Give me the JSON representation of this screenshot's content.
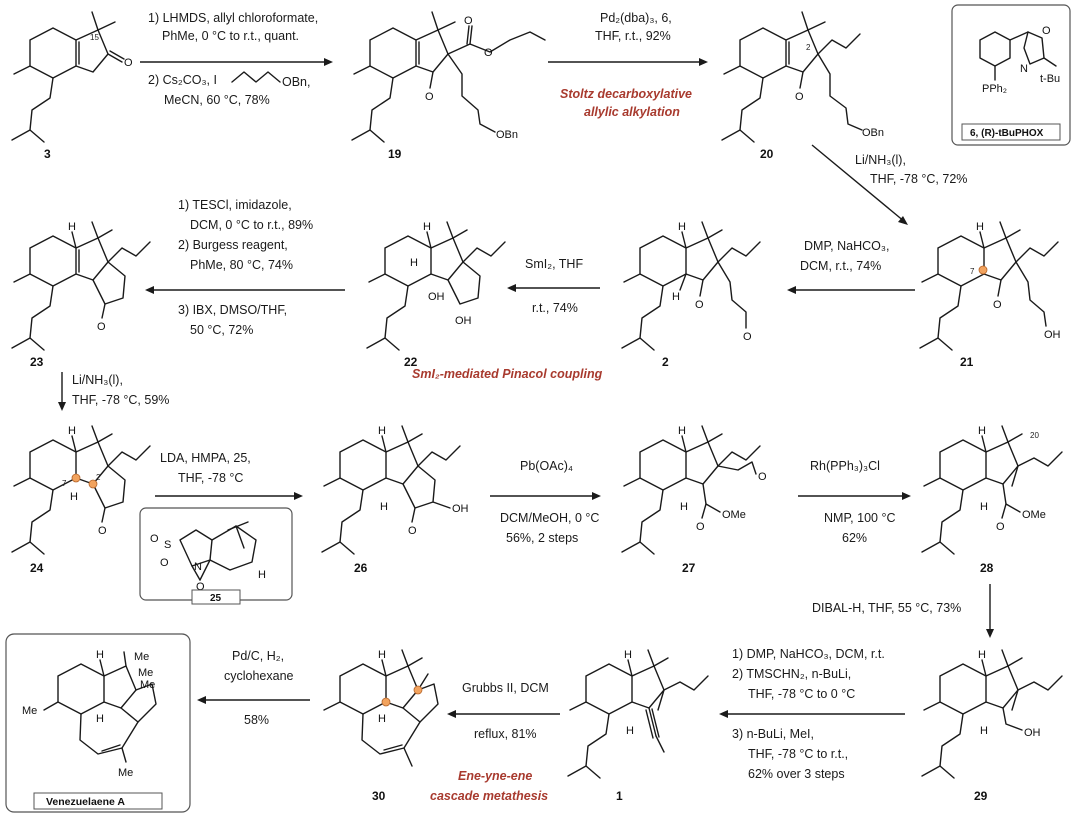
{
  "compounds": {
    "c3": "3",
    "c19": "19",
    "c20": "20",
    "c21": "21",
    "c2": "2",
    "c22": "22",
    "c23": "23",
    "c24": "24",
    "c26": "26",
    "c27": "27",
    "c28": "28",
    "c29": "29",
    "c1": "1",
    "c30": "30"
  },
  "boxes": {
    "ligand": "6, (R)-tBuPHOX",
    "oxaziridine": "25",
    "product": "Venezuelaene A"
  },
  "steps": {
    "s1_l1": "1) LHMDS, allyl chloroformate,",
    "s1_l2": "PhMe, 0 °C to r.t., quant.",
    "s1_l3": "2) Cs₂CO₃, I",
    "s1_l3b": "OBn,",
    "s1_l4": "MeCN, 60 °C, 78%",
    "s2_l1": "Pd₂(dba)₃, 6,",
    "s2_l2": "THF, r.t., 92%",
    "s3_l1": "Li/NH₃(l),",
    "s3_l2": "THF, -78 °C, 72%",
    "s4_l1": "DMP, NaHCO₃,",
    "s4_l2": "DCM, r.t., 74%",
    "s5_l1": "SmI₂, THF",
    "s5_l2": "r.t., 74%",
    "s6_l1": "1) TESCl, imidazole,",
    "s6_l2": "DCM, 0 °C to r.t., 89%",
    "s6_l3": "2) Burgess reagent,",
    "s6_l4": "PhMe, 80 °C, 74%",
    "s6_l5": "3) IBX, DMSO/THF,",
    "s6_l6": "50 °C, 72%",
    "s7_l1": "Li/NH₃(l),",
    "s7_l2": "THF, -78 °C, 59%",
    "s8_l1": "LDA, HMPA, 25,",
    "s8_l2": "THF, -78 °C",
    "s9_l1": "Pb(OAc)₄",
    "s9_l2": "DCM/MeOH, 0 °C",
    "s9_l3": "56%, 2 steps",
    "s10_l1": "Rh(PPh₃)₃Cl",
    "s10_l2": "NMP, 100 °C",
    "s10_l3": "62%",
    "s11_l1": "DIBAL-H, THF, 55 °C, 73%",
    "s12_l1": "1) DMP, NaHCO₃, DCM, r.t.",
    "s12_l2": "2) TMSCHN₂, n-BuLi,",
    "s12_l3": "THF, -78 °C to 0 °C",
    "s12_l4": "3) n-BuLi, MeI,",
    "s12_l5": "THF, -78 °C to r.t.,",
    "s12_l6": "62% over 3 steps",
    "s13_l1": "Grubbs II, DCM",
    "s13_l2": "reflux, 81%",
    "s14_l1": "Pd/C, H₂,",
    "s14_l2": "cyclohexane",
    "s14_l3": "58%"
  },
  "notes": {
    "stoltz_1": "Stoltz decarboxylative",
    "stoltz_2": "allylic alkylation",
    "pinacol": "SmI₂-mediated Pinacol coupling",
    "cascade_1": "Ene-yne-ene",
    "cascade_2": "cascade metathesis"
  },
  "atoms": {
    "O": "O",
    "OH": "OH",
    "OBn": "OBn",
    "OMe": "OMe",
    "H": "H",
    "Me": "Me",
    "N": "N",
    "PPh2": "PPh₂",
    "tBu": "t-Bu",
    "S": "S"
  },
  "locants": {
    "c15": "15",
    "c2": "2",
    "c7": "7",
    "c20": "20"
  }
}
